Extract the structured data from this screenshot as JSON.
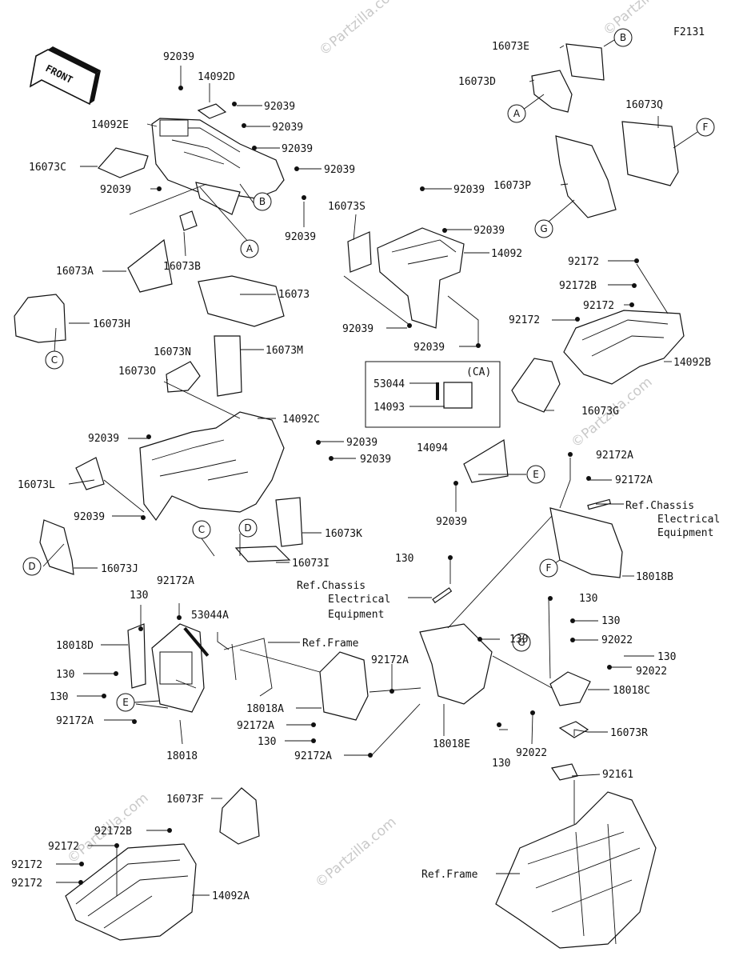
{
  "diagram_code": "F2131",
  "front_label": "FRONT",
  "watermark": "©Partzilla.com",
  "labels": {
    "l_92039_a": "92039",
    "l_14092D": "14092D",
    "l_92039_b": "92039",
    "l_14092E": "14092E",
    "l_92039_c": "92039",
    "l_92039_d": "92039",
    "l_16073C": "16073C",
    "l_92039_e": "92039",
    "l_92039_f": "92039",
    "l_92039_g": "92039",
    "l_16073A": "16073A",
    "l_16073B": "16073B",
    "l_16073": "16073",
    "l_16073H": "16073H",
    "l_16073E": "16073E",
    "l_16073D": "16073D",
    "l_16073Q": "16073Q",
    "l_16073P": "16073P",
    "l_16073S": "16073S",
    "l_92039_h": "92039",
    "l_92039_i": "92039",
    "l_14092": "14092",
    "l_92039_j": "92039",
    "l_92039_k": "92039",
    "l_92172_a": "92172",
    "l_92172B_a": "92172B",
    "l_92172_b": "92172",
    "l_92172_c": "92172",
    "l_14092B": "14092B",
    "l_16073G": "16073G",
    "l_16073N": "16073N",
    "l_16073O": "16073O",
    "l_16073M": "16073M",
    "l_14092C": "14092C",
    "l_92039_l": "92039",
    "l_92039_m": "92039",
    "l_92039_n": "92039",
    "l_16073L": "16073L",
    "l_92039_o": "92039",
    "l_16073K": "16073K",
    "l_16073I": "16073I",
    "l_16073J": "16073J",
    "l_CA": "(CA)",
    "l_53044": "53044",
    "l_14093": "14093",
    "l_14094": "14094",
    "l_92039_p": "92039",
    "l_92172A_a": "92172A",
    "l_92172A_b": "92172A",
    "l_ref_chassis_1a": "Ref.Chassis",
    "l_ref_chassis_1b": "Electrical",
    "l_ref_chassis_1c": "Equipment",
    "l_18018B": "18018B",
    "l_130_a": "130",
    "l_ref_chassis_2a": "Ref.Chassis",
    "l_ref_chassis_2b": "Electrical",
    "l_ref_chassis_2c": "Equipment",
    "l_92172A_c": "92172A",
    "l_130_b": "130",
    "l_53044A": "53044A",
    "l_18018D": "18018D",
    "l_130_c": "130",
    "l_130_d": "130",
    "l_ref_frame_1": "Ref.Frame",
    "l_92172A_d": "92172A",
    "l_18018A": "18018A",
    "l_92172A_e": "92172A",
    "l_130_e": "130",
    "l_92172A_f": "92172A",
    "l_92172A_g": "92172A",
    "l_18018": "18018",
    "l_130_f": "130",
    "l_130_g": "130",
    "l_130_h": "130",
    "l_92022_a": "92022",
    "l_130_i": "130",
    "l_92022_b": "92022",
    "l_18018C": "18018C",
    "l_16073R": "16073R",
    "l_92022_c": "92022",
    "l_130_j": "130",
    "l_92161": "92161",
    "l_18018E": "18018E",
    "l_16073F": "16073F",
    "l_92172B_b": "92172B",
    "l_92172_d": "92172",
    "l_92172_e": "92172",
    "l_92172_f": "92172",
    "l_14092A": "14092A",
    "l_ref_frame_2": "Ref.Frame"
  },
  "callouts": {
    "c_B1": "B",
    "c_A1": "A",
    "c_F1": "F",
    "c_G1": "G",
    "c_B2": "B",
    "c_A2": "A",
    "c_C1": "C",
    "c_C2": "C",
    "c_D1": "D",
    "c_D2": "D",
    "c_E1": "E",
    "c_F2": "F",
    "c_E2": "E",
    "c_G2": "G"
  }
}
